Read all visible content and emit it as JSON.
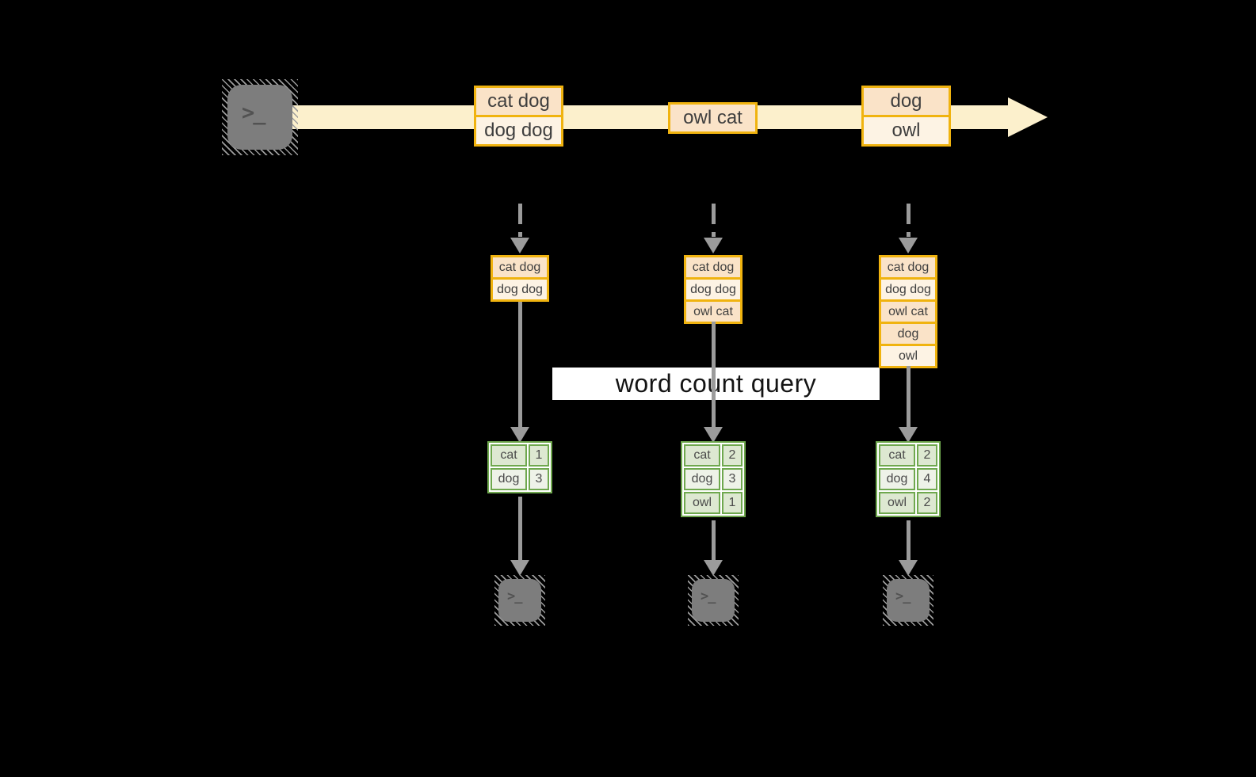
{
  "colors": {
    "background": "#000000",
    "stream_band": "#fcf0cc",
    "record_border": "#f0b30f",
    "record_fill_peach": "#fae3c8",
    "record_fill_cream": "#fdf3e4",
    "table_border": "#6fa84e",
    "table_fill_sage": "#dde8d1",
    "table_fill_pale": "#eef2e8",
    "arrow_gray": "#9b9b9b",
    "terminal_gray": "#7d7d7d",
    "text_dark": "#3e3e3e",
    "query_box_bg": "#ffffff"
  },
  "stream": {
    "source_prompt": ">_",
    "records": [
      {
        "lines": [
          {
            "text": "cat dog",
            "tone": "peach"
          },
          {
            "text": "dog dog",
            "tone": "cream"
          }
        ]
      },
      {
        "lines": [
          {
            "text": "owl cat",
            "tone": "peach"
          }
        ]
      },
      {
        "lines": [
          {
            "text": "dog",
            "tone": "peach"
          },
          {
            "text": "owl",
            "tone": "cream"
          }
        ]
      }
    ]
  },
  "query_label": "word count query",
  "columns": [
    {
      "state_rows": [
        {
          "text": "cat dog",
          "tone": "peach"
        },
        {
          "text": "dog dog",
          "tone": "cream"
        }
      ],
      "result_rows": [
        {
          "word": "cat",
          "count": "1",
          "tone": "sage"
        },
        {
          "word": "dog",
          "count": "3",
          "tone": "pale"
        }
      ],
      "sink_prompt": ">_"
    },
    {
      "state_rows": [
        {
          "text": "cat dog",
          "tone": "peach"
        },
        {
          "text": "dog dog",
          "tone": "cream"
        },
        {
          "text": "owl cat",
          "tone": "peach"
        }
      ],
      "result_rows": [
        {
          "word": "cat",
          "count": "2",
          "tone": "sage"
        },
        {
          "word": "dog",
          "count": "3",
          "tone": "pale"
        },
        {
          "word": "owl",
          "count": "1",
          "tone": "sage"
        }
      ],
      "sink_prompt": ">_"
    },
    {
      "state_rows": [
        {
          "text": "cat dog",
          "tone": "peach"
        },
        {
          "text": "dog dog",
          "tone": "cream"
        },
        {
          "text": "owl cat",
          "tone": "peach"
        },
        {
          "text": "dog",
          "tone": "peach"
        },
        {
          "text": "owl",
          "tone": "cream"
        }
      ],
      "result_rows": [
        {
          "word": "cat",
          "count": "2",
          "tone": "sage"
        },
        {
          "word": "dog",
          "count": "4",
          "tone": "pale"
        },
        {
          "word": "owl",
          "count": "2",
          "tone": "sage"
        }
      ],
      "sink_prompt": ">_"
    }
  ]
}
